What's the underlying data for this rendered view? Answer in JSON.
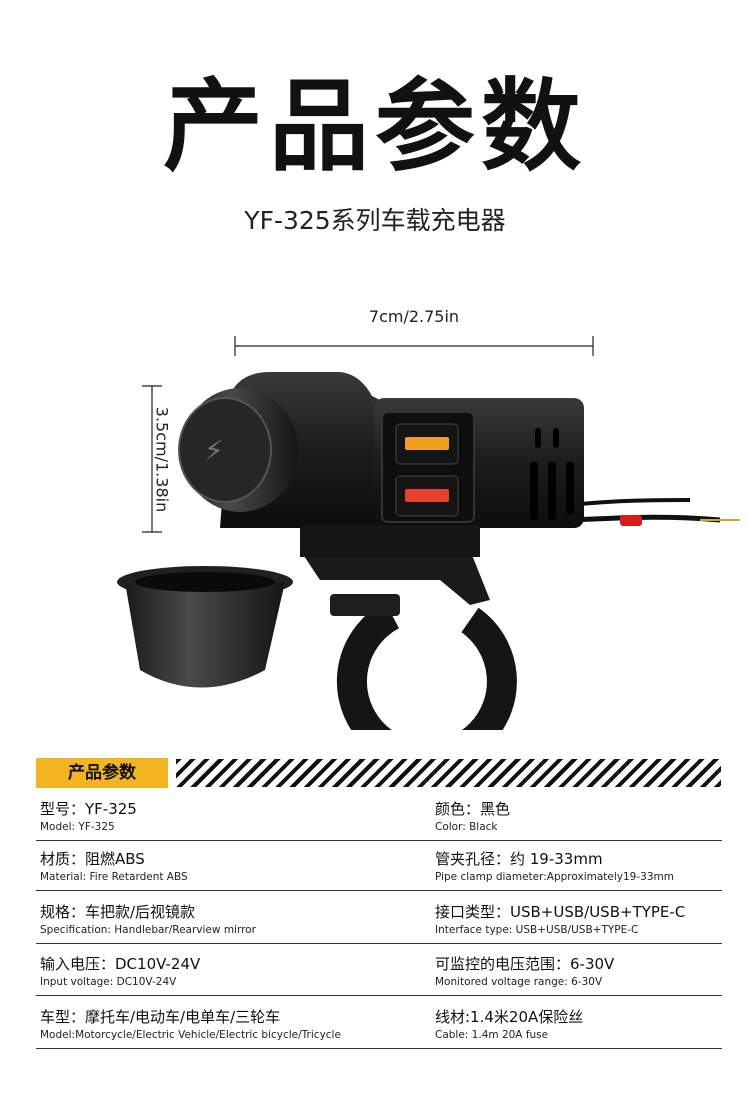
{
  "title": "产品参数",
  "subtitle": "YF-325系列车载充电器",
  "dimensions": {
    "width_label": "7cm/2.75in",
    "height_label": "3.5cm/1.38in"
  },
  "specs_header": "产品参数",
  "specs": [
    {
      "left": {
        "cn": "型号：YF-325",
        "en": "Model: YF-325"
      },
      "right": {
        "cn": "颜色：黑色",
        "en": "Color: Black"
      }
    },
    {
      "left": {
        "cn": "材质：阻燃ABS",
        "en": "Material: Fire Retardent ABS"
      },
      "right": {
        "cn": "管夹孔径：约 19-33mm",
        "en": "Pipe clamp diameter:Approximately19-33mm"
      }
    },
    {
      "left": {
        "cn": "规格：车把款/后视镜款",
        "en": "Specification: Handlebar/Rearview mirror"
      },
      "right": {
        "cn": "接口类型：USB+USB/USB+TYPE-C",
        "en": "Interface type: USB+USB/USB+TYPE-C"
      }
    },
    {
      "left": {
        "cn": "输入电压：DC10V-24V",
        "en": "Input voltage: DC10V-24V"
      },
      "right": {
        "cn": "可监控的电压范围：6-30V",
        "en": "Monitored voltage range: 6-30V"
      }
    },
    {
      "left": {
        "cn": "车型：摩托车/电动车/电单车/三轮车",
        "en": "Model:Motorcycle/Electric Vehicle/Electric bicycle/Tricycle"
      },
      "right": {
        "cn": "线材:1.4米20A保险丝",
        "en": "Cable: 1.4m 20A fuse"
      }
    }
  ]
}
